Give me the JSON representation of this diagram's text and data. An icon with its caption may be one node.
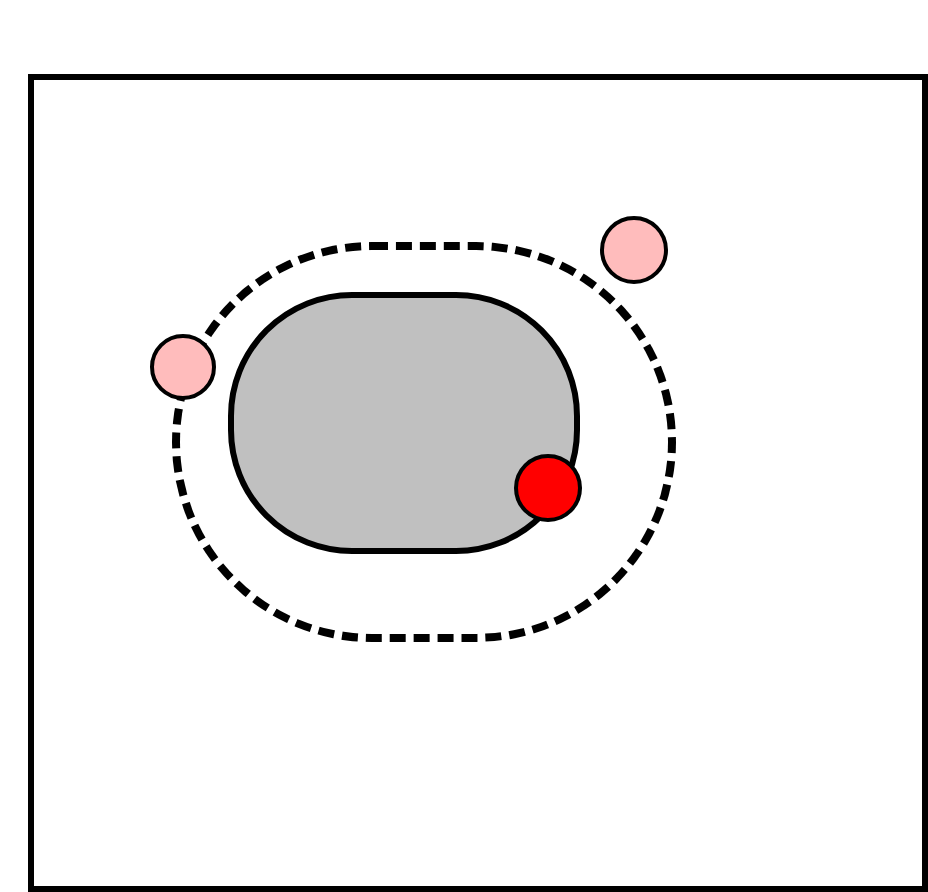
{
  "diagram": {
    "nodes": [
      {
        "text": [],
        "shape": "box"
      },
      {
        "text": [],
        "shape": "box",
        "in": 0
      },
      {
        "text": [],
        "shape": "box",
        "in": 1
      },
      {
        "text": [],
        "shape": "circle",
        "in": 0
      },
      {
        "text": [],
        "shape": "circle",
        "in": 0
      },
      {
        "text": [],
        "shape": "circle",
        "in": 2
      }
    ]
  }
}
